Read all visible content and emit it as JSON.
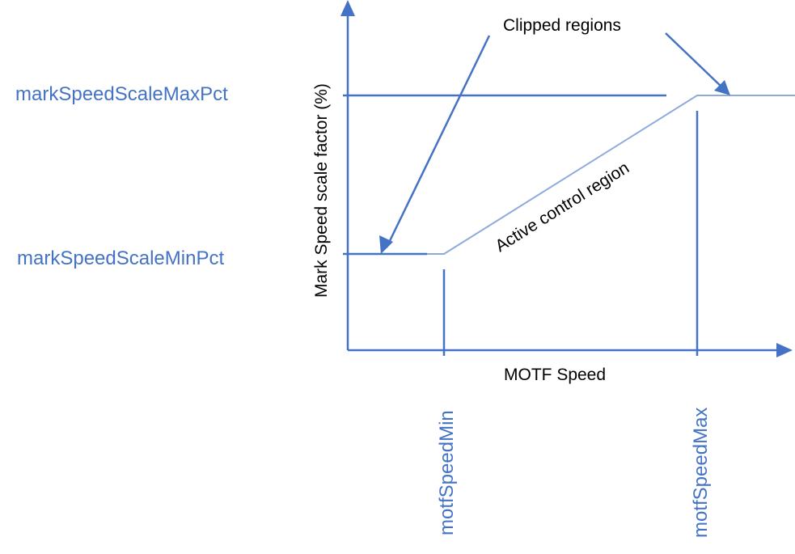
{
  "colors": {
    "axis": "#4472c4",
    "curve": "#8eaadb",
    "label_blue": "#4472c4",
    "text": "#000000"
  },
  "axes": {
    "y_label": "Mark Speed scale factor (%)",
    "x_label": "MOTF Speed"
  },
  "y_ticks": [
    {
      "label": "markSpeedScaleMaxPct"
    },
    {
      "label": "markSpeedScaleMinPct"
    }
  ],
  "x_ticks": [
    {
      "label": "motfSpeedMin"
    },
    {
      "label": "motfSpeedMax"
    }
  ],
  "annotations": {
    "clipped": "Clipped regions",
    "active": "Active control region"
  }
}
